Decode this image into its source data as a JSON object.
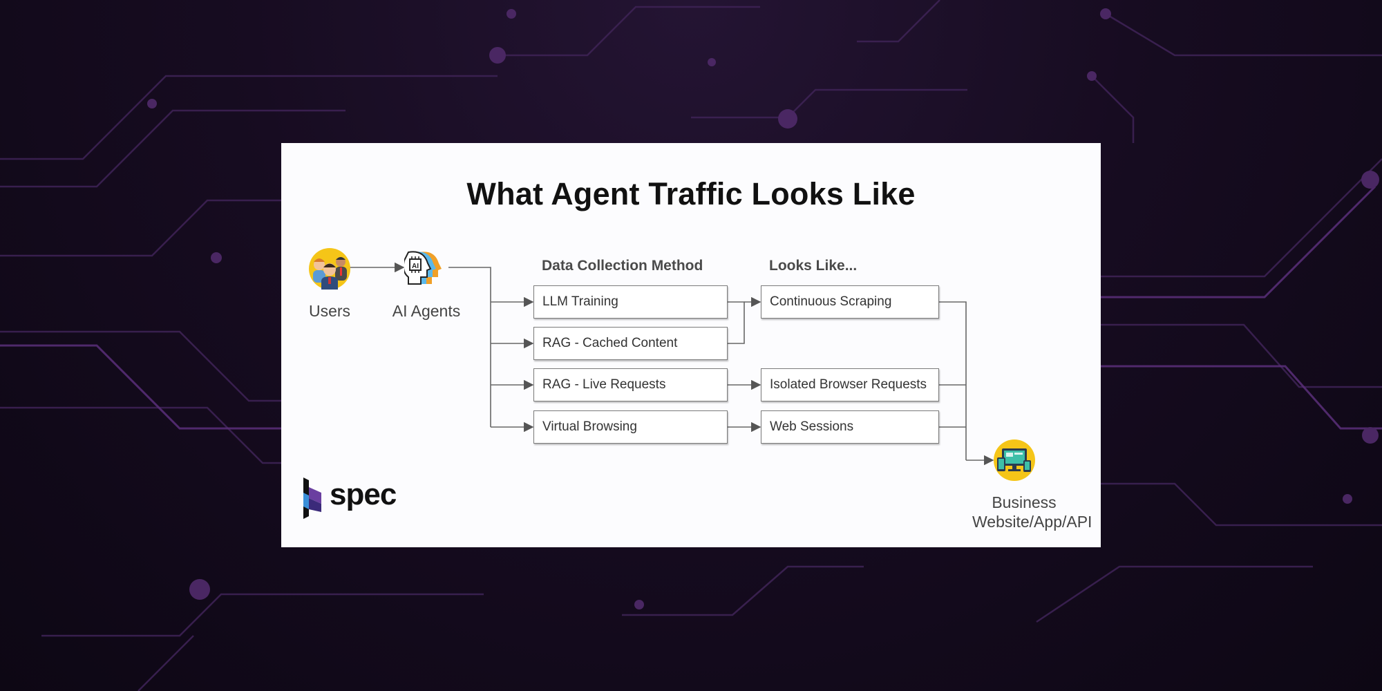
{
  "title": "What Agent Traffic Looks Like",
  "columns": {
    "method_header": "Data Collection Method",
    "looks_header": "Looks Like..."
  },
  "sources": {
    "users_label": "Users",
    "agents_label": "AI Agents"
  },
  "methods": [
    "LLM Training",
    "RAG - Cached Content",
    "RAG - Live Requests",
    "Virtual Browsing"
  ],
  "looks_like": [
    "Continuous Scraping",
    "Isolated Browser Requests",
    "Web Sessions"
  ],
  "target": {
    "label_line1": "Business",
    "label_line2": "Website/App/API"
  },
  "logo": {
    "text": "spec"
  },
  "icons": {
    "users": "users-group-icon",
    "agents": "ai-heads-icon",
    "target": "devices-icon",
    "logo": "spec-logo-icon"
  },
  "colors": {
    "background": "#170c21",
    "circuit": "#5a2f7a",
    "card": "#fcfcfe",
    "box_border": "#7a7a7a",
    "arrow": "#555555",
    "accent_yellow": "#f5c518"
  }
}
